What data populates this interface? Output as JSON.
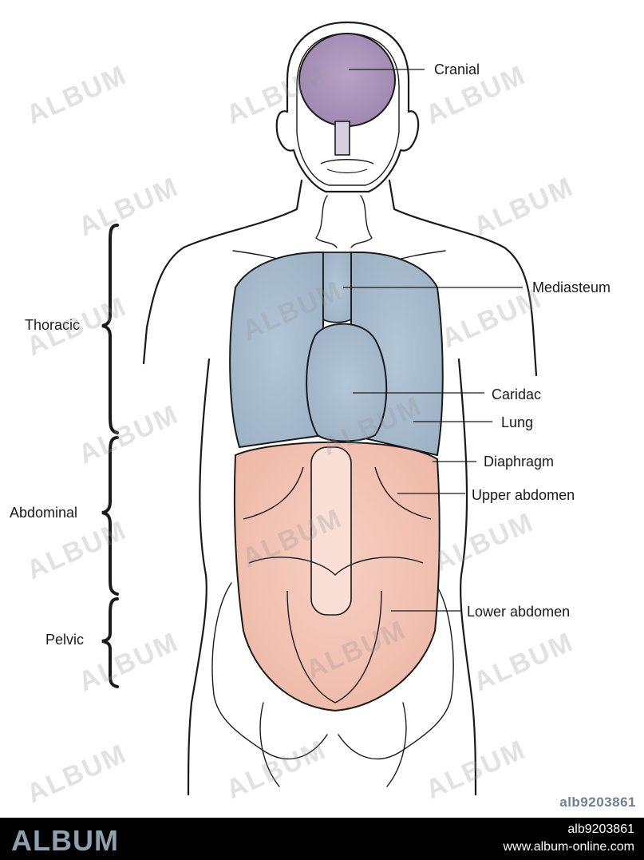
{
  "regions": {
    "cranial": "Cranial",
    "mediastinum": "Mediasteum",
    "cardiac": "Caridac",
    "lung": "Lung",
    "diaphragm": "Diaphragm",
    "upper_abdomen": "Upper abdomen",
    "lower_abdomen": "Lower abdomen"
  },
  "cavities": {
    "thoracic": "Thoracic",
    "abdominal": "Abdominal",
    "pelvic": "Pelvic"
  },
  "colors": {
    "cranial_fill": "#b6a3c4",
    "thoracic_fill": "#b3c6d6",
    "abdominal_fill": "#f6cfc2",
    "outline": "#1a1a1a"
  },
  "watermark": {
    "text": "ALBUM",
    "image_id": "alb9203861"
  },
  "footer": {
    "brand": "ALBUM",
    "image_id": "alb9203861",
    "url": "www.album-online.com"
  }
}
